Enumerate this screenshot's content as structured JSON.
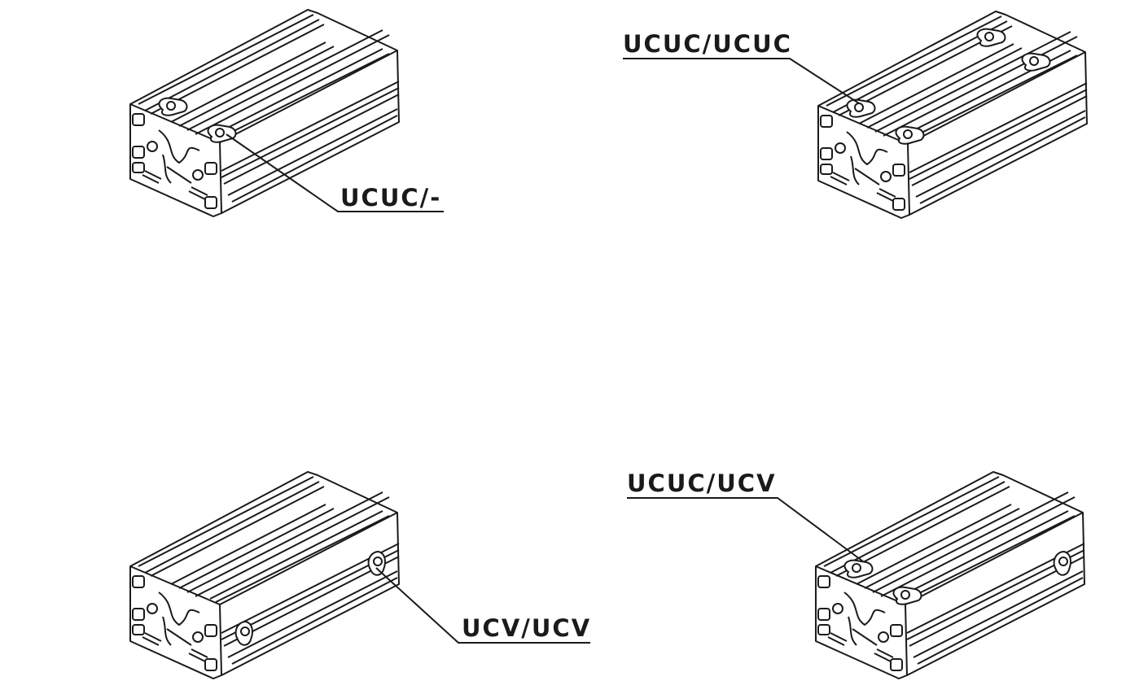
{
  "diagram": {
    "variants": [
      {
        "label": "UCUC/-"
      },
      {
        "label": "UCUC/UCUC"
      },
      {
        "label": "UCV/UCV"
      },
      {
        "label": "UCUC/UCV"
      }
    ],
    "line_color": "#1a1a1a"
  }
}
